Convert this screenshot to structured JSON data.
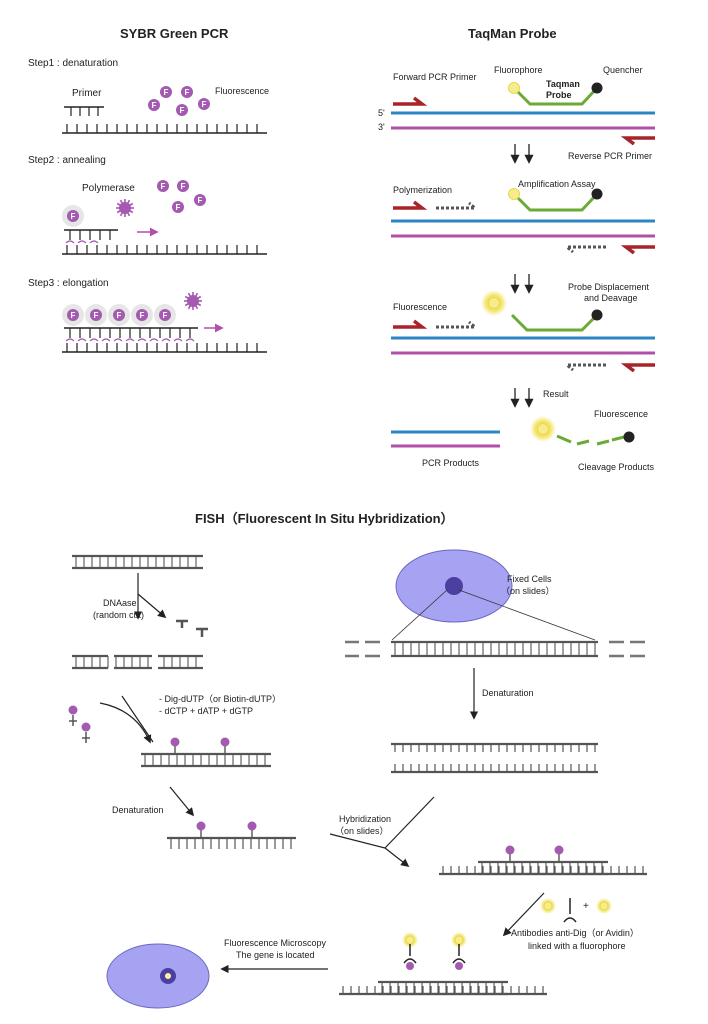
{
  "sybr": {
    "title": "SYBR Green PCR",
    "step1": "Step1 : denaturation",
    "step2": "Step2 : annealing",
    "step3": "Step3 : elongation",
    "primer": "Primer",
    "fluorescence": "Fluorescence",
    "polymerase": "Polymerase",
    "f_glyph": "F"
  },
  "taqman": {
    "title": "TaqMan Probe",
    "forward_primer": "Forward PCR Primer",
    "fluorophore": "Fluorophore",
    "taqman_probe_1": "Taqman",
    "taqman_probe_2": "Probe",
    "quencher": "Quencher",
    "five_prime": "5'",
    "three_prime": "3'",
    "reverse_primer": "Reverse PCR Primer",
    "polymerization": "Polymerization",
    "amplification_assay": "Amplification Assay",
    "fluorescence": "Fluorescence",
    "probe_displacement_1": "Probe Displacement",
    "probe_displacement_2": "and Deavage",
    "result": "Result",
    "fluorescence_2": "Fluorescence",
    "pcr_products": "PCR Products",
    "cleavage_products": "Cleavage Products"
  },
  "fish": {
    "title": "FISH（Fluorescent In Situ Hybridization）",
    "dnaase_1": "DNAase",
    "dnaase_2": "(random cut)",
    "reagents_1": "- Dig-dUTP（or Biotin-dUTP）",
    "reagents_2": "- dCTP + dATP + dGTP",
    "denaturation_left": "Denaturation",
    "fixed_cells_1": "Fixed Cells",
    "fixed_cells_2": "（on slides）",
    "denaturation_right": "Denaturation",
    "hybridization_1": "Hybridization",
    "hybridization_2": "（on slides）",
    "plus": "+",
    "antibodies_1": "Antibodies anti-Dig（or Avidin）",
    "antibodies_2": "linked with a fluorophore",
    "microscopy_1": "Fluorescence Microscopy",
    "microscopy_2": "The gene is located"
  },
  "colors": {
    "blue_strand": "#2b86c6",
    "purple_strand": "#b050a8",
    "red_primer": "#a8232a",
    "green_probe": "#6aaa35",
    "dye": "#a35ab0",
    "cell_fill": "#a6a3f2",
    "nucleus": "#4b3fa0",
    "glow": "#f6ec8e"
  }
}
